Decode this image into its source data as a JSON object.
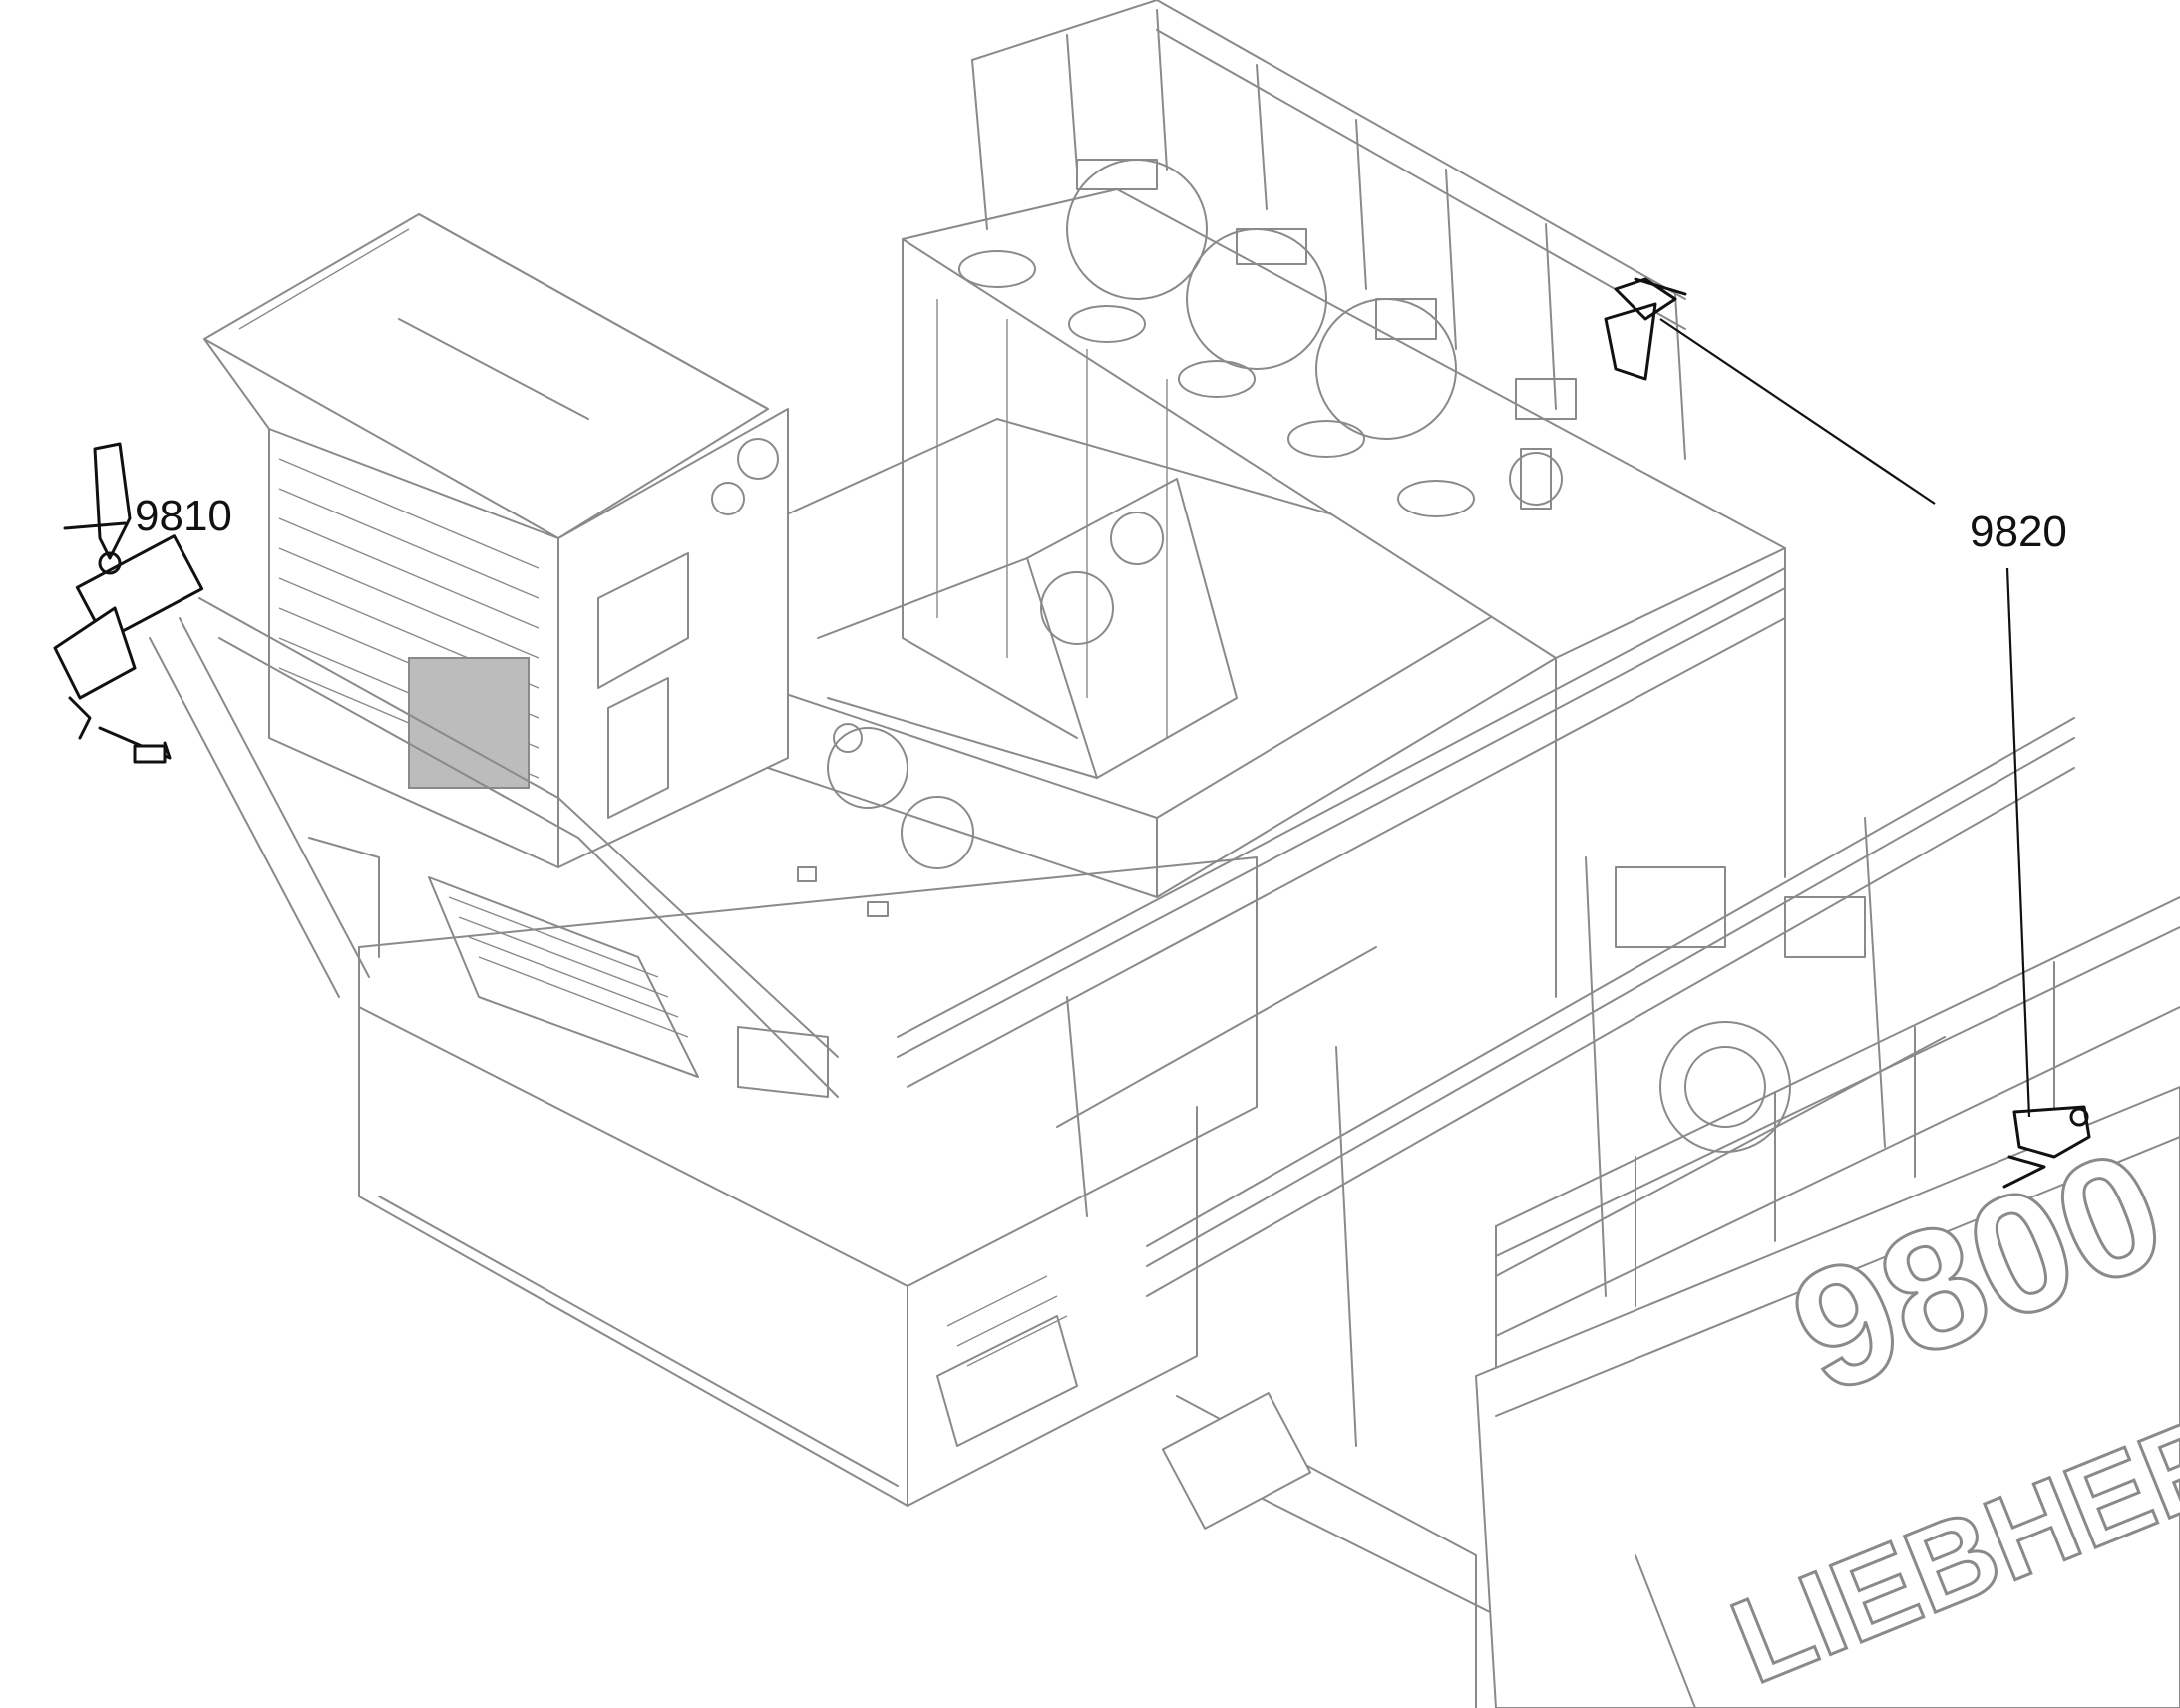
{
  "callouts": {
    "left_label": "9810",
    "right_label": "9820"
  },
  "branding": {
    "model": "9800",
    "maker": "LIEBHERR"
  },
  "colors": {
    "linework": "#8a8a8a",
    "highlight": "#111111",
    "background": "#ffffff"
  }
}
